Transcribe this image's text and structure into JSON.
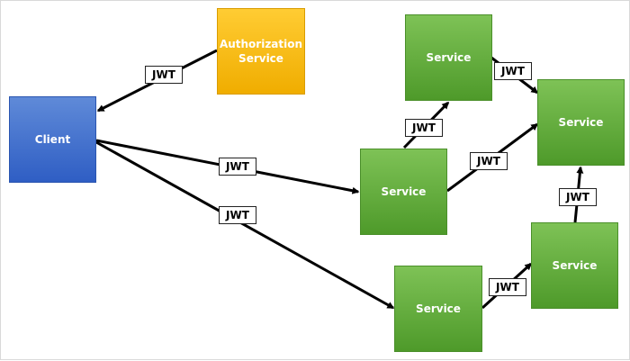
{
  "nodes": {
    "client": "Client",
    "auth": "Authorization\nService",
    "service_top": "Service",
    "service_right": "Service",
    "service_mid": "Service",
    "service_lower_right": "Service",
    "service_bottom": "Service"
  },
  "token_label": "JWT",
  "colors": {
    "client": "#3f6fcf",
    "auth": "#f5b800",
    "service": "#62ab3c",
    "arrow": "#000000"
  }
}
